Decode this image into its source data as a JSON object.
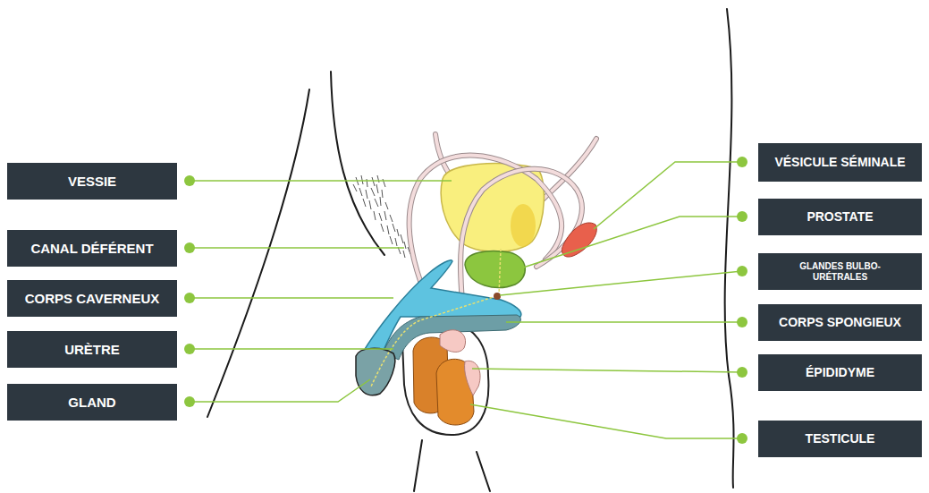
{
  "diagram": {
    "nodes": [
      {
        "text": [
          "VESSIE"
        ]
      },
      {
        "text": [
          "CANAL DÉFÉRENT"
        ]
      },
      {
        "text": [
          "CORPS CAVERNEUX"
        ]
      },
      {
        "text": [
          "URÈTRE"
        ]
      },
      {
        "text": [
          "GLAND"
        ]
      },
      {
        "text": [
          "VÉSICULE SÉMINALE"
        ]
      },
      {
        "text": [
          "PROSTATE"
        ]
      },
      {
        "text": [
          "GLANDES BULBO-URÉTRALES"
        ]
      },
      {
        "text": [
          "CORPS SPONGIEUX"
        ]
      },
      {
        "text": [
          "ÉPIDIDYME"
        ]
      },
      {
        "text": [
          "TESTICULE"
        ]
      }
    ]
  }
}
